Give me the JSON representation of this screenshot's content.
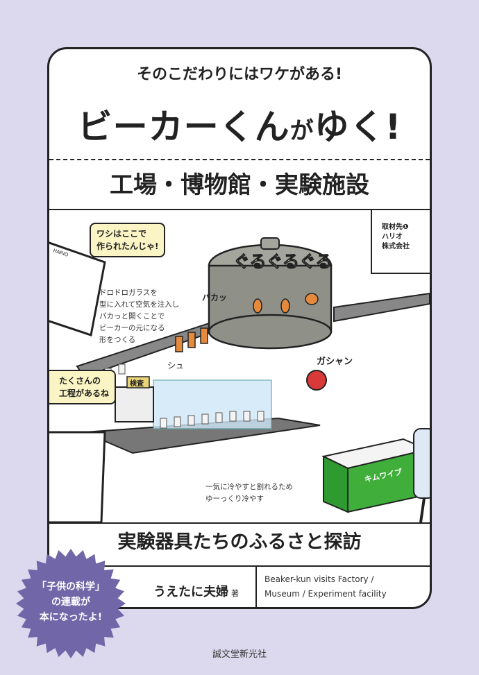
{
  "cover": {
    "tagline": "そのこだわりにはワケがある!",
    "title_main": "ビーカーくん",
    "title_ga": "が",
    "title_end": "ゆく!",
    "subtitle": "工場・博物館・実験施設",
    "source": {
      "line1": "取材先❶",
      "line2": "ハリオ",
      "line3": "株式会社"
    },
    "bubble_top": {
      "line1": "ワシはここで",
      "line2": "作られたんじゃ!"
    },
    "bubble_left": {
      "line1": "たくさんの",
      "line2": "工程があるね"
    },
    "note_mold": [
      "ドロドロガラスを",
      "型に入れて空気を注入し",
      "パカっと開くことで",
      "ビーカーの元になる",
      "形をつくる"
    ],
    "note_cool": [
      "一気に冷やすと割れるため",
      "ゆーっくり冷やす"
    ],
    "sfx": {
      "spin": "ぐるぐるぐる",
      "pop": "パカッ",
      "steam": "シュ",
      "clank": "ガシャン",
      "inspection": "検査",
      "beaker_brand": "HARIO",
      "tissue_brand": "キムワイプ"
    },
    "bottom_title": "実験器具たちのふるさと探訪",
    "author": "うえたに夫婦",
    "author_suffix": "著",
    "english_title": {
      "line1": "Beaker-kun visits Factory /",
      "line2": "Museum / Experiment facility"
    },
    "badge": {
      "line1": "「子供の科学」",
      "line2": "の連載が",
      "line3": "本になったよ!"
    },
    "publisher": "誠文堂新光社"
  },
  "colors": {
    "background": "#dcd9ee",
    "badge": "#7066a8",
    "bubble": "#fbf4c4",
    "machine": "#8f9189",
    "glass_hot": "#e58a3c",
    "tissue_box": "#3fae3a"
  }
}
